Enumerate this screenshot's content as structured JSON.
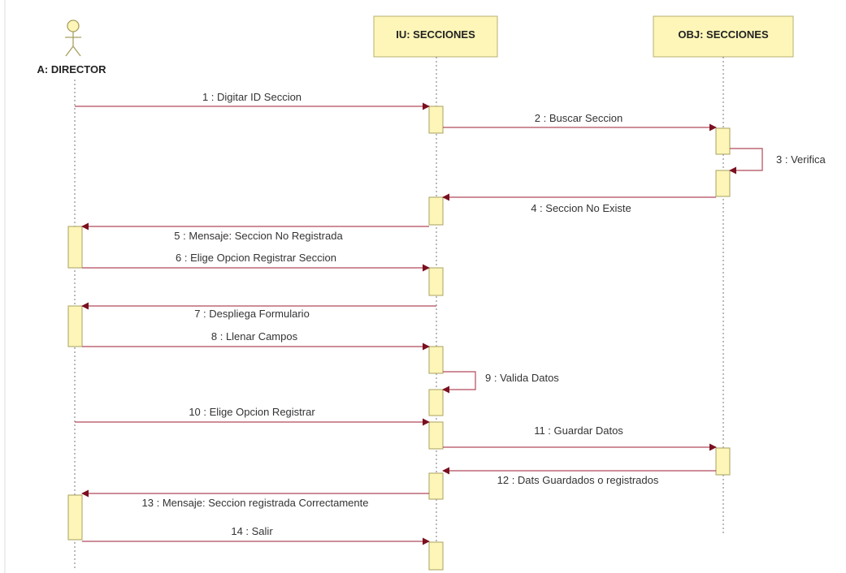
{
  "colors": {
    "message_line": "#b04a5a",
    "arrow_head": "#7a1020",
    "lifeline": "#777777",
    "box_fill": "#fdf6b8",
    "box_stroke": "#b8b070",
    "activation_fill": "#fdf6b8",
    "activation_stroke": "#a8a060",
    "left_border": "#dddddd"
  },
  "participants": [
    {
      "id": "director",
      "label": "A: DIRECTOR",
      "kind": "actor",
      "icon": "stick-figure-icon"
    },
    {
      "id": "iu",
      "label": "IU: SECCIONES",
      "kind": "object"
    },
    {
      "id": "obj",
      "label": "OBJ: SECCIONES",
      "kind": "object"
    }
  ],
  "messages": [
    {
      "label": "1 : Digitar ID Seccion",
      "from": "director",
      "to": "iu"
    },
    {
      "label": "2 : Buscar Seccion",
      "from": "iu",
      "to": "obj"
    },
    {
      "label": "3 : Verifica",
      "from": "obj",
      "to": "obj"
    },
    {
      "label": "4 : Seccion No Existe",
      "from": "obj",
      "to": "iu"
    },
    {
      "label": "5 : Mensaje: Seccion No Registrada",
      "from": "iu",
      "to": "director"
    },
    {
      "label": "6 : Elige Opcion Registrar Seccion",
      "from": "director",
      "to": "iu"
    },
    {
      "label": "7 : Despliega Formulario",
      "from": "iu",
      "to": "director"
    },
    {
      "label": "8 : Llenar Campos",
      "from": "director",
      "to": "iu"
    },
    {
      "label": "9 : Valida Datos",
      "from": "iu",
      "to": "iu"
    },
    {
      "label": "10 : Elige Opcion Registrar",
      "from": "director",
      "to": "iu"
    },
    {
      "label": "11 : Guardar Datos",
      "from": "iu",
      "to": "obj"
    },
    {
      "label": "12 : Dats Guardados o registrados",
      "from": "obj",
      "to": "iu"
    },
    {
      "label": "13 : Mensaje: Seccion registrada Correctamente",
      "from": "iu",
      "to": "director"
    },
    {
      "label": "14 : Salir",
      "from": "director",
      "to": "iu"
    }
  ]
}
